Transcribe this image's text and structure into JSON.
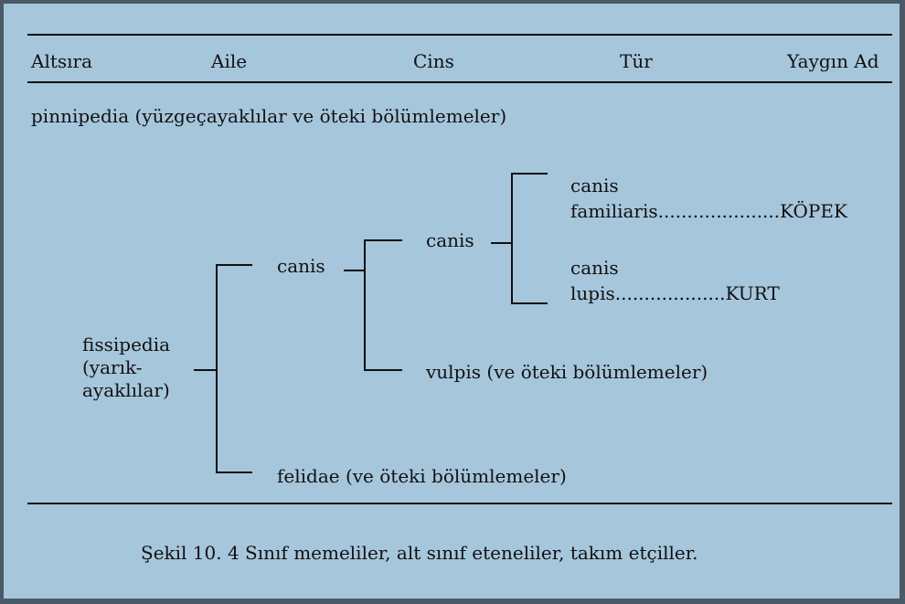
{
  "header": {
    "altsira": "Altsıra",
    "aile": "Aile",
    "cins": "Cins",
    "tur": "Tür",
    "yaygin_ad": "Yaygın Ad"
  },
  "rows": {
    "pinnipedia": "pinnipedia (yüzgeçayaklılar ve öteki bölümlemeler)",
    "fissipedia_1": "fissipedia",
    "fissipedia_2": "(yarık-",
    "fissipedia_3": "ayaklılar)",
    "canis_family": "canis",
    "felidae": "felidae (ve öteki bölümlemeler)",
    "canis_genus": "canis",
    "vulpis": "vulpis (ve öteki bölümlemeler)",
    "species1_line1": "canis",
    "species1_line2": "familiaris.....................KÖPEK",
    "species2_line1": "canis",
    "species2_line2": "lupis...................KURT"
  },
  "caption": "Şekil 10. 4 Sınıf memeliler, alt sınıf eteneliler, takım etçiller."
}
